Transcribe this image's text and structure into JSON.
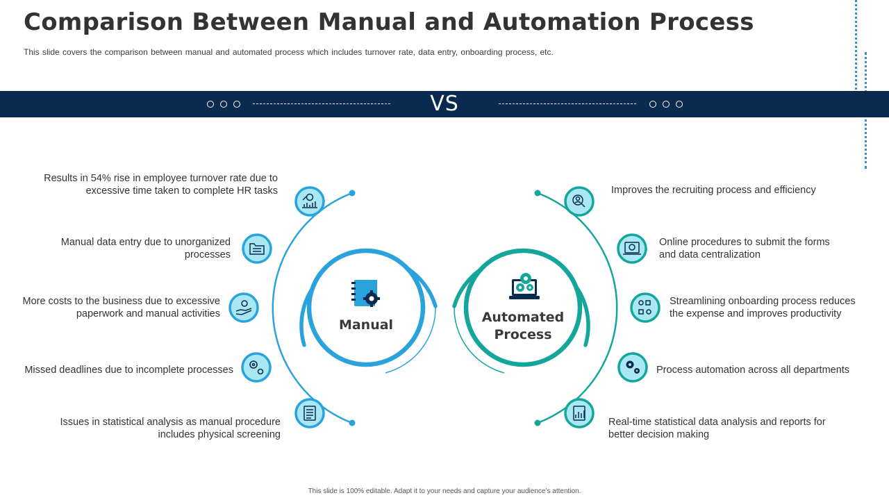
{
  "title": "Comparison Between Manual and Automation Process",
  "subtitle": "This slide covers the comparison between manual and automated process which includes turnover rate, data entry, onboarding process, etc.",
  "vs_label": "VS",
  "manual": {
    "label": "Manual",
    "color": "#2aa3dc",
    "items": [
      {
        "text": "Results in 54% rise in employee turnover rate due to excessive time taken to complete HR tasks",
        "icon": "money-growth-chart-icon"
      },
      {
        "text": "Manual data entry due to unorganized processes",
        "icon": "folder-files-icon"
      },
      {
        "text": "More costs to the business due to excessive paperwork and manual activities",
        "icon": "hand-money-icon"
      },
      {
        "text": "Missed deadlines due to incomplete processes",
        "icon": "gears-icon"
      },
      {
        "text": "Issues in statistical analysis as manual procedure includes physical screening",
        "icon": "document-icon"
      }
    ]
  },
  "automated": {
    "label_line1": "Automated",
    "label_line2": "Process",
    "color": "#14a59b",
    "items": [
      {
        "text": "Improves the recruiting process and efficiency",
        "icon": "user-search-icon"
      },
      {
        "text": "Online procedures to submit the forms and data centralization",
        "icon": "online-form-icon"
      },
      {
        "text": "Streamlining onboarding process reduces the expense and improves productivity",
        "icon": "workflow-icon"
      },
      {
        "text": "Process automation across all departments",
        "icon": "gears-icon"
      },
      {
        "text": "Real-time statistical data analysis and reports for better decision making",
        "icon": "report-chart-icon"
      }
    ]
  },
  "footer": "This slide is 100% editable. Adapt it to your needs and capture your audience’s attention.",
  "colors": {
    "band": "#0b2a4f",
    "icon_fill": "#a9e7f3",
    "icon_dark": "#0b2a4f",
    "manual_arc": "#2aa3dc",
    "automated_arc": "#14a59b",
    "dotted_line": "#3d8fc8"
  }
}
